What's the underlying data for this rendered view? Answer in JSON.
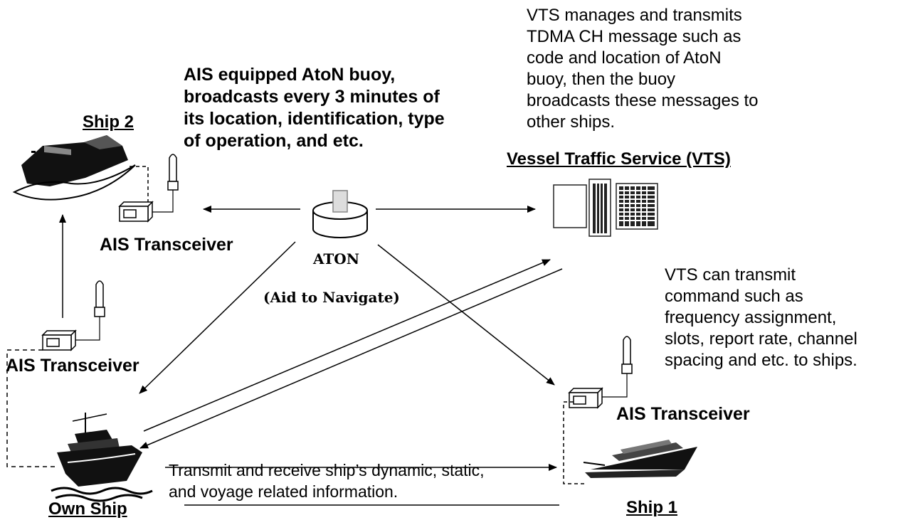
{
  "aton_note": [
    "AIS equipped AtoN buoy,",
    "broadcasts every 3 minutes of",
    "its location, identification, type",
    "of operation, and etc."
  ],
  "vts_note": [
    "VTS manages and transmits",
    "TDMA CH message such as",
    "code and location of AtoN",
    "buoy, then the buoy",
    "broadcasts these messages to",
    "other ships."
  ],
  "vts_command_note": [
    "VTS can transmit",
    "command such as",
    "frequency assignment,",
    "slots, report rate, channel",
    "spacing and etc. to ships."
  ],
  "link_note": [
    "Transmit and receive ship’s dynamic, static,",
    "and voyage related information."
  ],
  "labels": {
    "ship2": "Ship 2",
    "vts": "Vessel Traffic Service (VTS)",
    "own_ship": "Own Ship",
    "ship1": "Ship 1",
    "transceiver_ship2": "AIS Transceiver",
    "transceiver_own": "AIS Transceiver",
    "transceiver_ship1": "AIS Transceiver",
    "aton": "ATON",
    "aton_sub": "(Aid to Navigate)"
  }
}
